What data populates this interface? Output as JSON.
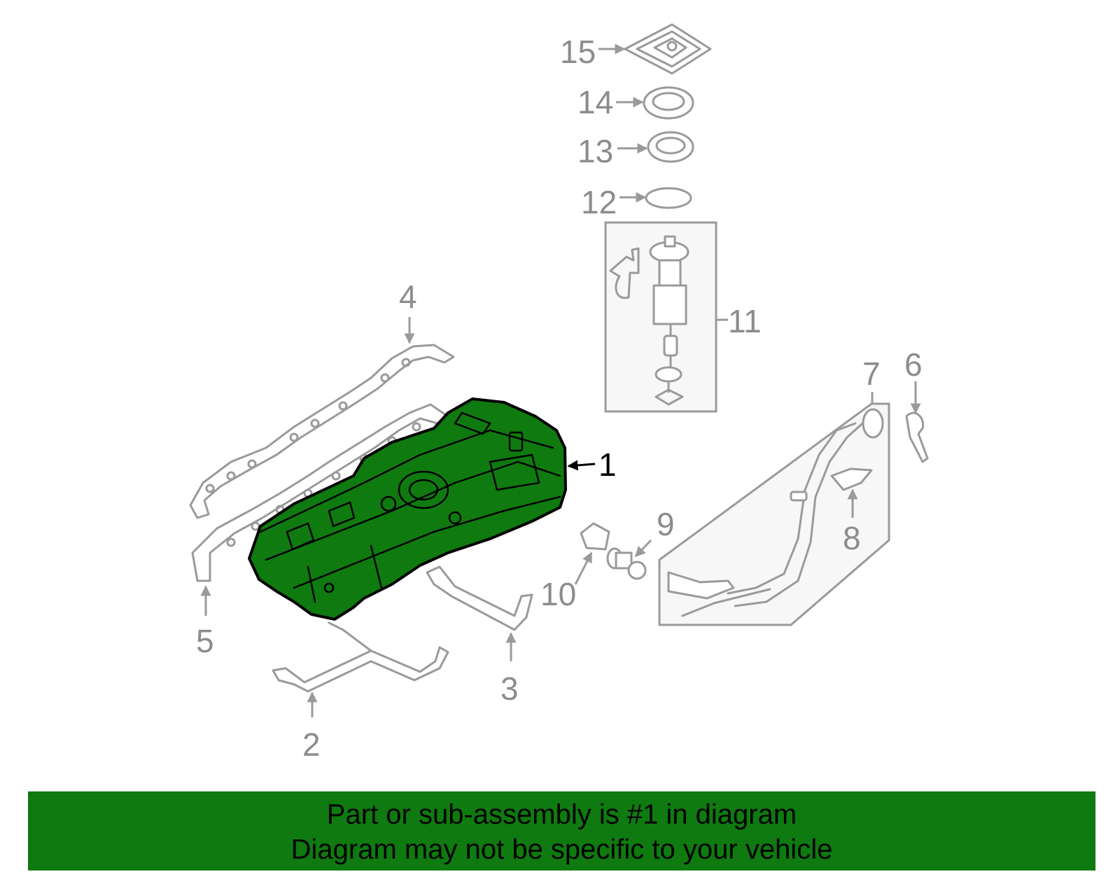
{
  "callouts": {
    "c1": "1",
    "c2": "2",
    "c3": "3",
    "c4": "4",
    "c5": "5",
    "c6": "6",
    "c7": "7",
    "c8": "8",
    "c9": "9",
    "c10": "10",
    "c11": "11",
    "c12": "12",
    "c13": "13",
    "c14": "14",
    "c15": "15"
  },
  "banner": {
    "line1": "Part or sub-assembly is #1 in diagram",
    "line2": "Diagram may not be specific to your vehicle"
  },
  "colors": {
    "highlight": "#0f7a0f",
    "part_outline": "#9a9a9a",
    "callout_text": "#8c8c8c"
  }
}
